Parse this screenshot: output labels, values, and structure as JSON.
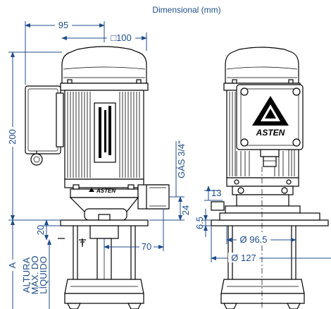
{
  "title": "Dimensional (mm)",
  "brand": "ASTEN",
  "dims": {
    "d95": "95",
    "d100": "□100",
    "d200": "200",
    "d20": "20",
    "dA": "A",
    "d70": "70",
    "gas": "GÁS 3/4\"",
    "d24": "24",
    "d13": "13",
    "d6_5": "6.5",
    "d96_5": "Ø 96.5",
    "d127": "Ø 127"
  },
  "liquid_label": {
    "line1": "ALTURA",
    "line2": "MÁX. DO",
    "line3": "LÍQUIDO"
  },
  "colors": {
    "dimension": "#1f4e8c",
    "outline": "#000000"
  }
}
